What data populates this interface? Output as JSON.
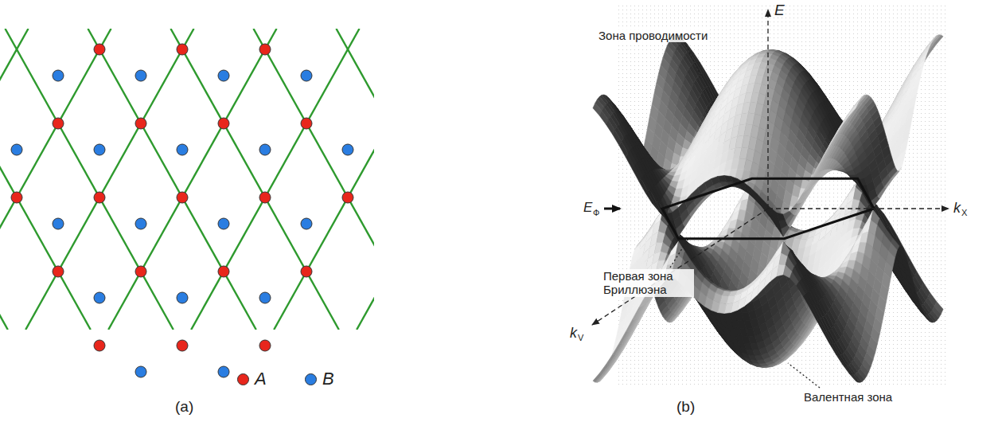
{
  "diagram": {
    "labels": [
      "(a)",
      "(b)",
      "E",
      "Зона проводимости",
      "E",
      "Ф",
      "Первая зона Бриллюэна",
      "Валентная зона",
      "k",
      "X",
      "k",
      "V"
    ],
    "legend": [
      {
        "text": "A",
        "color": "#e8261c"
      },
      {
        "text": "B",
        "color": "#2a7de1"
      }
    ]
  }
}
